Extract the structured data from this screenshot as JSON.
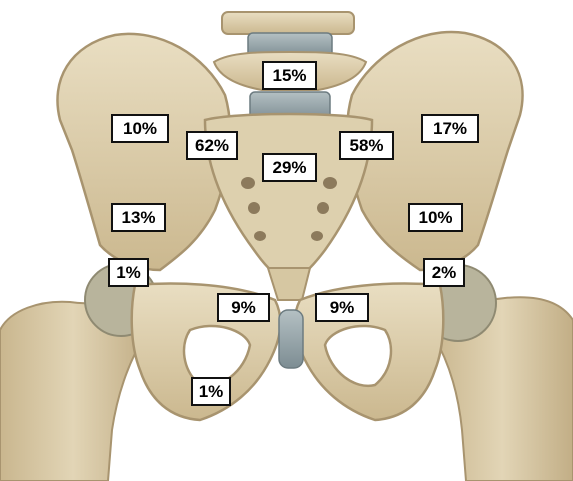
{
  "colors": {
    "background": "#ffffff",
    "bone": "#d8c8a2",
    "bone_shadow": "#a89470",
    "bone_highlight": "#ece2c8",
    "disc": "#8fa0a6",
    "cartilage": "#a8b6b9",
    "label_border": "#111111",
    "label_text": "#000000"
  },
  "labels": {
    "l5_body": "15%",
    "left_iliac_wing": "10%",
    "left_sacroiliac": "62%",
    "right_sacroiliac": "58%",
    "right_iliac_wing": "17%",
    "sacrum": "29%",
    "left_ilium_lower": "13%",
    "right_ilium_lower": "10%",
    "left_acetabulum": "1%",
    "right_acetabulum": "2%",
    "left_pubic_ramus": "9%",
    "right_pubic_ramus": "9%",
    "left_ischium": "1%"
  }
}
